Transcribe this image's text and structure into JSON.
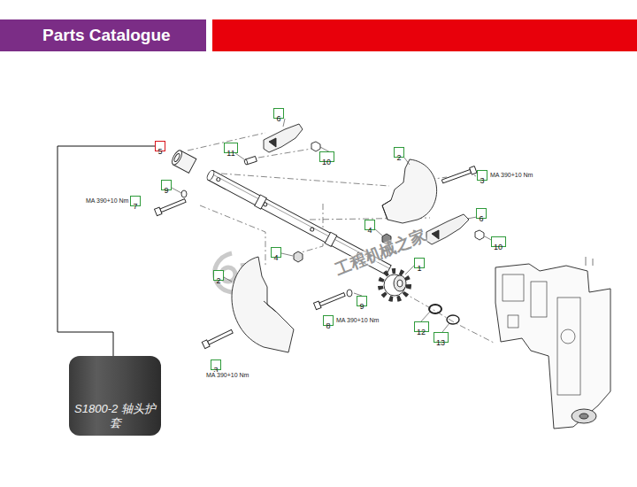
{
  "diagram": {
    "title": "Parts Catalogue",
    "nodes": [
      {
        "text": [
          "6"
        ]
      },
      {
        "text": [
          "5"
        ]
      },
      {
        "text": [
          "11"
        ]
      },
      {
        "text": [
          "2"
        ]
      },
      {
        "text": [
          "10"
        ]
      },
      {
        "text": [
          "3"
        ]
      },
      {
        "text": [
          "9"
        ]
      },
      {
        "text": [
          "7"
        ]
      },
      {
        "text": [
          "6"
        ]
      },
      {
        "text": [
          "4"
        ]
      },
      {
        "text": [
          "10"
        ]
      },
      {
        "text": [
          "4"
        ]
      },
      {
        "text": [
          "1"
        ]
      },
      {
        "text": [
          "2"
        ]
      },
      {
        "text": [
          "9"
        ]
      },
      {
        "text": [
          "8"
        ]
      },
      {
        "text": [
          "12"
        ]
      },
      {
        "text": [
          "13"
        ]
      },
      {
        "text": [
          "3"
        ]
      },
      {
        "text": [
          "S1800-2 轴头护套"
        ]
      }
    ],
    "edges": [
      {
        "from": 1,
        "to": 19,
        "arrow": "none"
      }
    ],
    "labels": [
      "MA 390+10 Nm",
      "MA 390+10 Nm",
      "MA 390+10 Nm",
      "MA 390+10 Nm",
      "工程机械之家"
    ]
  }
}
